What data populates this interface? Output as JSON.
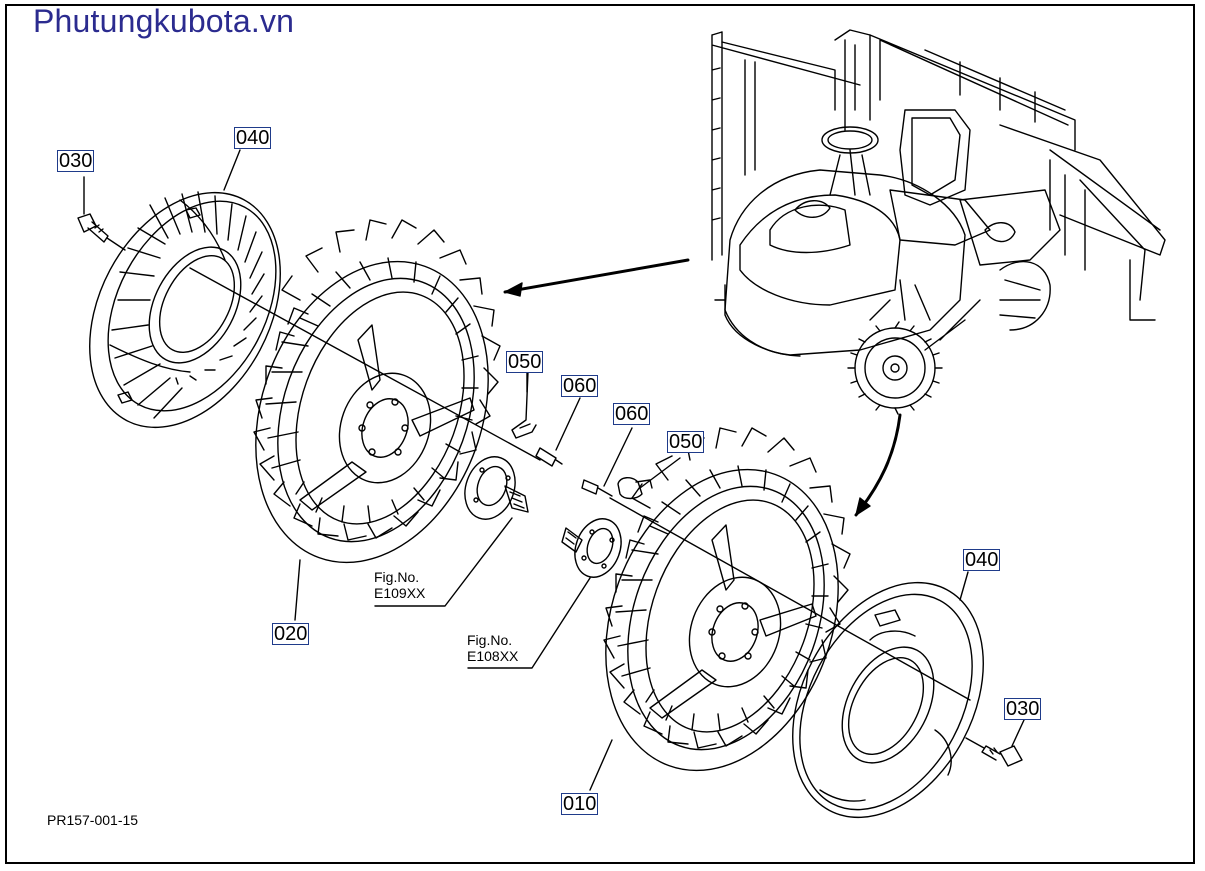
{
  "brand": {
    "site": "Phutungkubota.vn",
    "color": "#2b2b8f"
  },
  "drawing_code": "PR157-001-15",
  "callouts": {
    "left_bolt": "030",
    "left_cover": "040",
    "left_bracket": "050",
    "left_small_bolt": "060",
    "right_small_bolt": "060",
    "right_bracket": "050",
    "right_cover": "040",
    "right_bolt": "030",
    "left_wheel": "020",
    "right_wheel": "010"
  },
  "figure_refs": {
    "left": {
      "line1": "Fig.No.",
      "line2": "E109XX"
    },
    "right": {
      "line1": "Fig.No.",
      "line2": "E108XX"
    }
  },
  "icons": [
    "machine-illustration",
    "wheel-illustration",
    "cover-disc-illustration",
    "bolt-icon",
    "bracket-icon",
    "axle-hub-illustration",
    "arrow-icon"
  ]
}
